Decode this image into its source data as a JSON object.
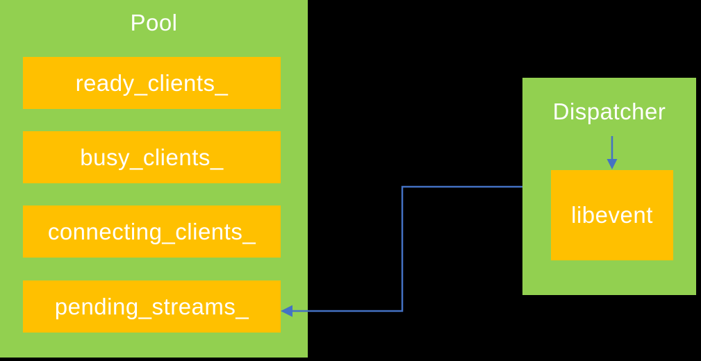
{
  "colors": {
    "background": "#000000",
    "container_green": "#92D050",
    "box_orange": "#FFC000",
    "connector_blue": "#4472C4",
    "text_white": "#FFFFFF"
  },
  "pool": {
    "title": "Pool",
    "items": [
      {
        "label": "ready_clients_"
      },
      {
        "label": "busy_clients_"
      },
      {
        "label": "connecting_clients_"
      },
      {
        "label": "pending_streams_"
      }
    ]
  },
  "dispatcher": {
    "title": "Dispatcher",
    "items": [
      {
        "label": "libevent"
      }
    ]
  },
  "connections": [
    {
      "from": "Dispatcher",
      "to": "pending_streams_",
      "style": "elbow-arrow"
    },
    {
      "from": "Dispatcher",
      "to": "libevent",
      "style": "straight-arrow"
    }
  ]
}
